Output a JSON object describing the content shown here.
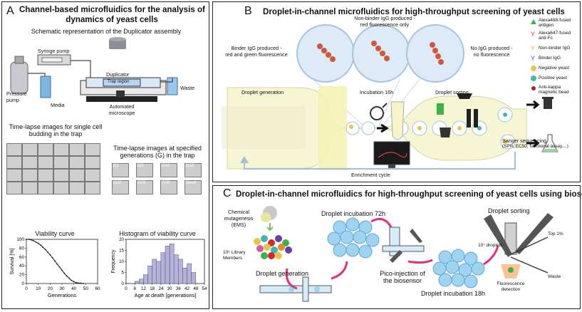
{
  "panelA": {
    "letter": "A",
    "title_l1": "Channel-based microfluidics for the analysis of",
    "title_l2": "dynamics of yeast cells",
    "schematic_title": "Schematic representation of the Duplicator assembly",
    "labels": {
      "syringe": "Syringe pump",
      "pressure_l1": "Pressure",
      "pressure_l2": "pump",
      "media": "Media",
      "duplicator": "Duplicator",
      "trap": "Trap region",
      "waste": "Waste",
      "micro_l1": "Automated",
      "micro_l2": "microscope"
    },
    "timelapse1_l1": "Time-lapse images for single cell",
    "timelapse1_l2": "budding in the trap",
    "timelapse2_l1": "Time-lapse images at specified",
    "timelapse2_l2": "generations (G) in the trap",
    "gen_labels": [
      "G1",
      "G5",
      "G10",
      "G15",
      "G20",
      "G25",
      "G30",
      "Dead"
    ],
    "viability_title": "Viability curve",
    "histogram_title": "Histogram of viability curve"
  },
  "chart_data": [
    {
      "type": "line",
      "title": "Viability curve",
      "xlabel": "Generations",
      "ylabel": "Survival [%]",
      "xlim": [
        0,
        60
      ],
      "ylim": [
        0,
        100
      ],
      "xticks": [
        "0",
        "10",
        "20",
        "30",
        "40",
        "50",
        "60"
      ],
      "yticks": [
        "0",
        "20",
        "40",
        "60",
        "80",
        "100"
      ],
      "x": [
        0,
        2,
        4,
        6,
        8,
        10,
        12,
        14,
        16,
        18,
        20,
        22,
        24,
        26,
        28,
        30,
        32,
        34,
        36,
        38,
        40,
        42,
        44,
        46,
        48
      ],
      "y": [
        100,
        100,
        99,
        97,
        94,
        91,
        87,
        82,
        77,
        71,
        65,
        58,
        51,
        44,
        37,
        30,
        23,
        17,
        12,
        7,
        4,
        2,
        1,
        0.5,
        0
      ]
    },
    {
      "type": "bar",
      "title": "Histogram of viability curve",
      "xlabel": "Age at death [generations]",
      "ylabel": "Frequency",
      "xticks": [
        "0",
        "6",
        "12",
        "18",
        "24",
        "30",
        "36",
        "42",
        "48",
        "54"
      ],
      "yticks": [
        "0",
        "5",
        "10",
        "15",
        "20"
      ],
      "ylim": [
        0,
        20
      ],
      "bin_edges": [
        6,
        9,
        12,
        15,
        18,
        21,
        24,
        27,
        30,
        33,
        36,
        39,
        42,
        45,
        48
      ],
      "values": [
        1,
        2,
        4,
        8,
        11,
        10,
        14,
        17,
        18,
        13,
        11,
        7,
        9,
        5
      ]
    }
  ],
  "panelB": {
    "letter": "B",
    "title": "Droplet-in-channel microfluidics for high-throughput screening of yeast cells",
    "binder_l1": "Binder IgG produced -",
    "binder_l2": "red and green fluorescence",
    "nonbinder_l1": "Non-binder IgG produced -",
    "nonbinder_l2": "red fluorescence only",
    "noigg_l1": "No IgG produced -",
    "noigg_l2": "no fluorescence",
    "droplet_generation": "Droplet generation",
    "incubation": "Incubation 16h",
    "droplet_sorting": "Droplet sorting",
    "enrichment": "Enrichment cycle",
    "sanger_l1": "Sanger sequencing",
    "sanger_l2": "(SPR, EC50, functional assay,...)",
    "legend": [
      {
        "l1": "Alexa488-fused",
        "l2": "antigen",
        "icon": "green-triangle-icon",
        "color": "#3cb34a"
      },
      {
        "l1": "Alexa647-fused",
        "l2": "anti-Fc",
        "icon": "red-antibody-icon",
        "color": "#d6262b"
      },
      {
        "l1": "Non-binder IgG",
        "l2": "",
        "icon": "yellow-antibody-icon",
        "color": "#e8b21a"
      },
      {
        "l1": "Binder IgG",
        "l2": "",
        "icon": "purple-antibody-icon",
        "color": "#6a3f99"
      },
      {
        "l1": "Negative yeast",
        "l2": "",
        "icon": "yellow-yeast-icon",
        "color": "#e7c548"
      },
      {
        "l1": "Positive yeast",
        "l2": "",
        "icon": "teal-yeast-icon",
        "color": "#3fb6b0"
      },
      {
        "l1": "Anti-kappa",
        "l2": "magnetic bead",
        "icon": "red-bead-icon",
        "color": "#a8262b"
      }
    ]
  },
  "panelC": {
    "letter": "C",
    "title": "Droplet-in-channel microfluidics for high-throughput screening of yeast cells using biosensors",
    "chem_l1": "Chemical",
    "chem_l2": "mutagenesis",
    "chem_l3": "(EMS)",
    "library_l1": "10⁶ Library",
    "library_l2": "Members",
    "droplet_generation": "Droplet generation",
    "incubation72": "Droplet incubation 72h",
    "pico_l1": "Pico-injection of",
    "pico_l2": "the biosensor",
    "incubation18": "Droplet incubation 18h",
    "sorting": "Droplet sorting",
    "droplets": "10⁷ droplets",
    "top": "Top 1%",
    "waste": "Waste",
    "fluor_l1": "Fluorescence",
    "fluor_l2": "detection"
  },
  "colors": {
    "droplet_blue": "#9fd3f0",
    "channel_yellow": "#f3f3b5",
    "arrow_magenta": "#e0317c",
    "histogram_bar": "#b3b1de"
  }
}
